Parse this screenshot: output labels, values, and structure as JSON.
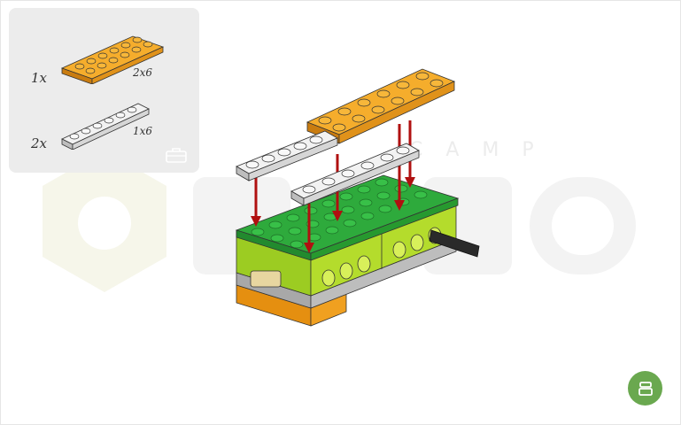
{
  "parts": [
    {
      "quantity": "1x",
      "size": "2x6",
      "color": "#f0a020"
    },
    {
      "quantity": "2x",
      "size": "1x6",
      "color": "#ececec"
    }
  ],
  "watermark": {
    "text": "CAMP"
  },
  "icons": {
    "panel": "bag-icon",
    "next": "next-step-icon"
  },
  "colors": {
    "accent": "#6aa84f",
    "orange": "#f0a020",
    "green": "#2eaa3c",
    "lime": "#a8d42a",
    "arrow": "#b01010"
  }
}
